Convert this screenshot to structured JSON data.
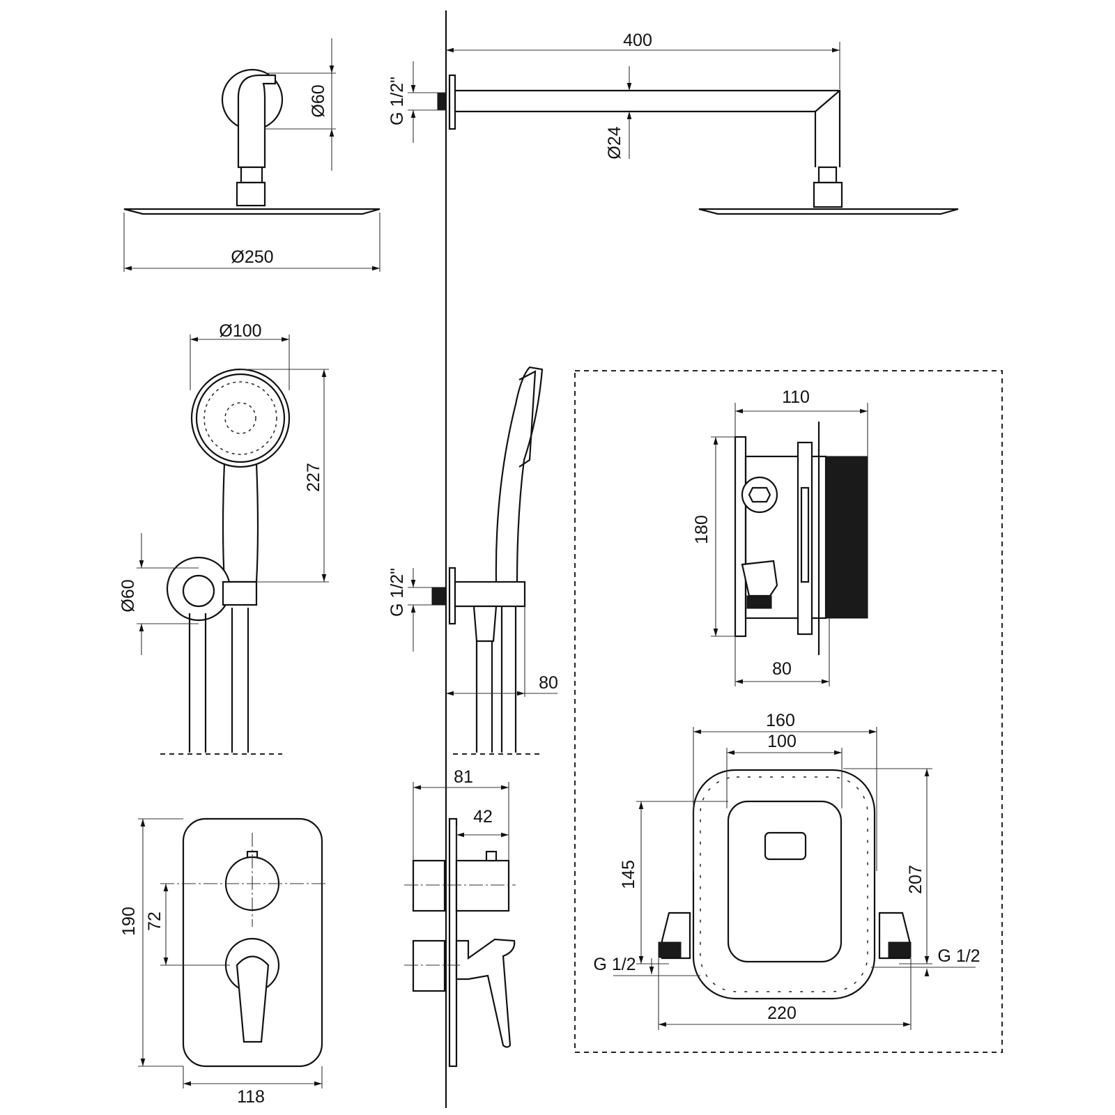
{
  "dimensions": {
    "head_arm_length": "400",
    "top_connection": "G 1/2\"",
    "wall_flange_dia": "Ø60",
    "arm_dia": "Ø24",
    "head_dia": "Ø250",
    "hand_head_dia": "Ø100",
    "hand_length": "227",
    "holder_dia": "Ø60",
    "hand_connection": "G 1/2\"",
    "holder_depth": "80",
    "box_width": "110",
    "box_height": "180",
    "box_depth": "80",
    "frame_outer": "160",
    "frame_inner": "100",
    "frame_height_inner": "145",
    "frame_height": "207",
    "pipe_left": "G 1/2",
    "pipe_right": "G 1/2",
    "frame_width": "220",
    "mixer_depth": "81",
    "knob_depth": "42",
    "plate_height": "190",
    "axis_spacing": "72",
    "plate_width": "118"
  }
}
